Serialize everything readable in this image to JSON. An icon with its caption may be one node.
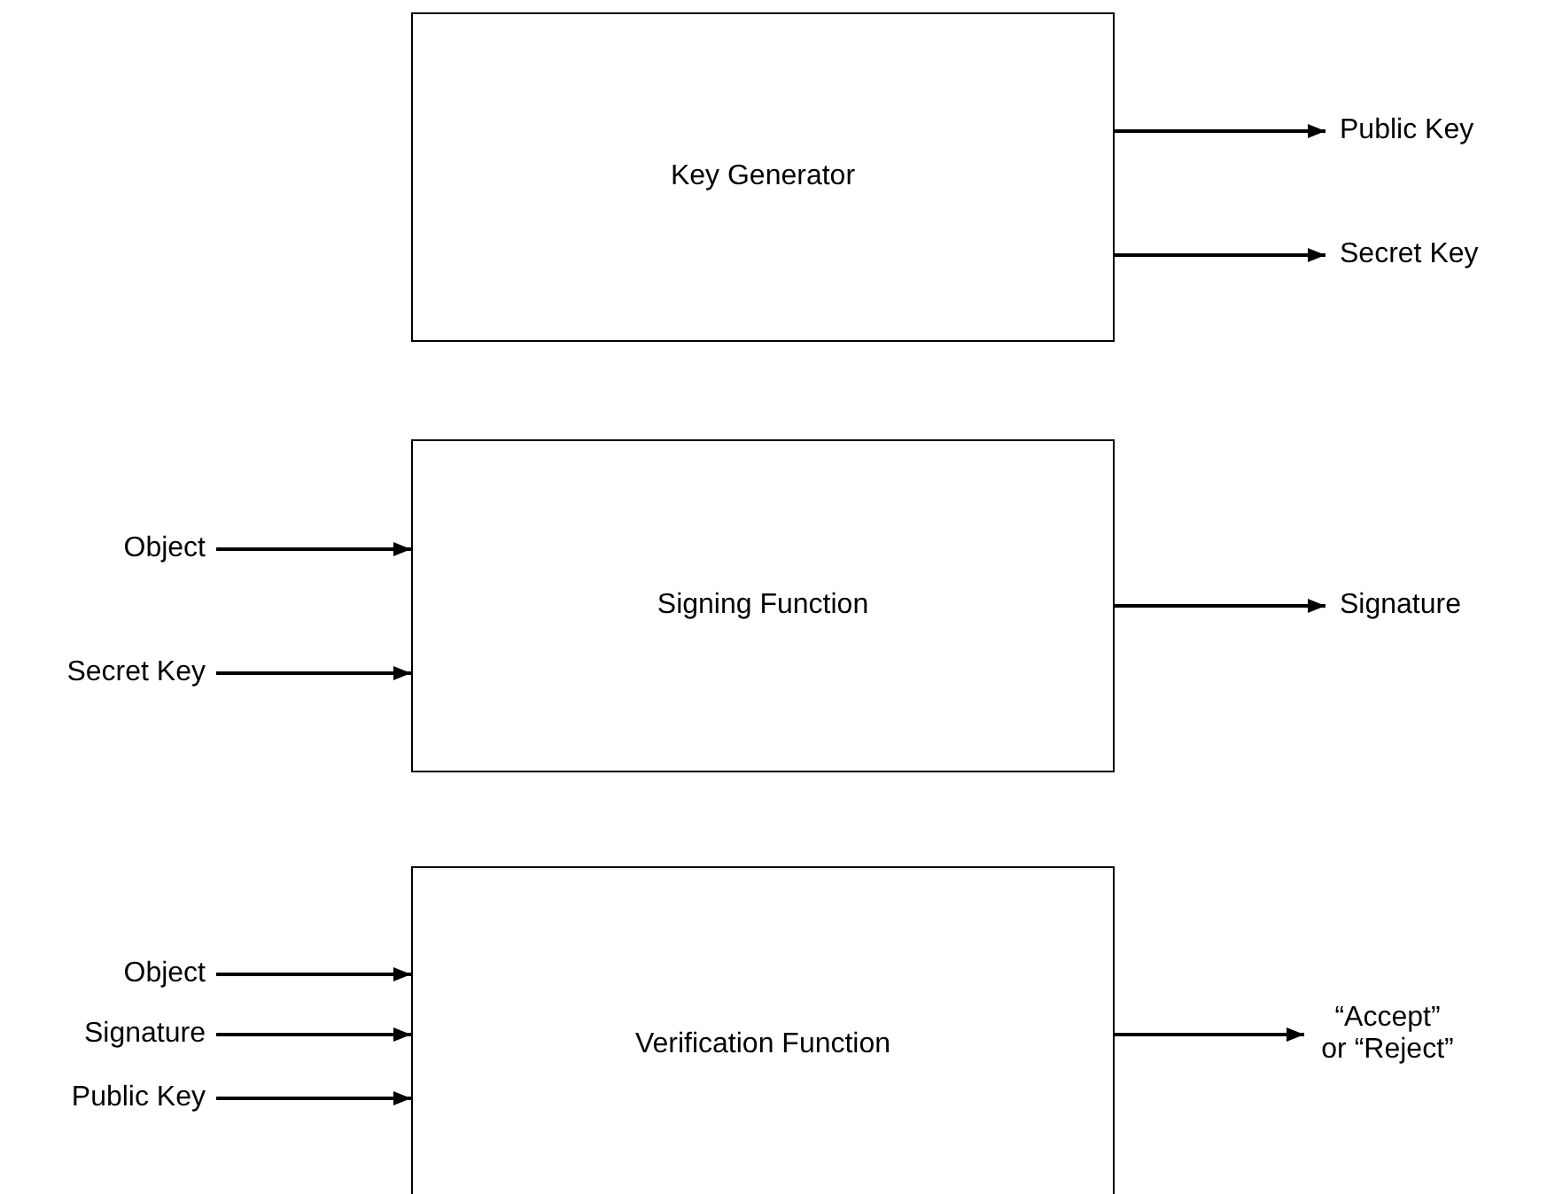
{
  "diagram": {
    "nodes": [
      {
        "text": [
          "Key Generator"
        ]
      },
      {
        "text": [
          "Public Key"
        ]
      },
      {
        "text": [
          "Secret Key"
        ]
      },
      {
        "text": [
          "Object"
        ]
      },
      {
        "text": [
          "Secret Key"
        ]
      },
      {
        "text": [
          "Signing Function"
        ]
      },
      {
        "text": [
          "Signature"
        ]
      },
      {
        "text": [
          "Object"
        ]
      },
      {
        "text": [
          "Signature"
        ]
      },
      {
        "text": [
          "Public Key"
        ]
      },
      {
        "text": [
          "Verification Function"
        ]
      },
      {
        "text": [
          "“Accept” or “Reject”"
        ]
      }
    ],
    "edges": [
      {
        "from": 0,
        "to": 1,
        "arrow": "to"
      },
      {
        "from": 0,
        "to": 2,
        "arrow": "to"
      },
      {
        "from": 3,
        "to": 5,
        "arrow": "to"
      },
      {
        "from": 4,
        "to": 5,
        "arrow": "to"
      },
      {
        "from": 5,
        "to": 6,
        "arrow": "to"
      },
      {
        "from": 7,
        "to": 10,
        "arrow": "to"
      },
      {
        "from": 8,
        "to": 10,
        "arrow": "to"
      },
      {
        "from": 9,
        "to": 10,
        "arrow": "to"
      },
      {
        "from": 10,
        "to": 11,
        "arrow": "to"
      }
    ]
  }
}
